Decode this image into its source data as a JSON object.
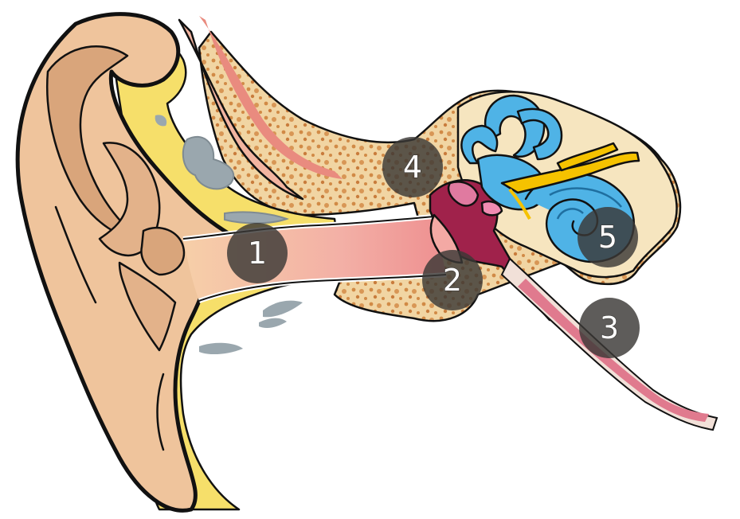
{
  "diagram": {
    "markers": [
      {
        "id": "1",
        "label": "1"
      },
      {
        "id": "2",
        "label": "2"
      },
      {
        "id": "3",
        "label": "3"
      },
      {
        "id": "4",
        "label": "4"
      },
      {
        "id": "5",
        "label": "5"
      }
    ]
  },
  "colors": {
    "skin": "#efc49c",
    "skin_shadow": "#d9a57b",
    "cartilage": "#f6df6a",
    "bone": "#f3dcaa",
    "bone_pores": "#d4904d",
    "canal_pink": "#f3a9a4",
    "eardrum": "#a0224b",
    "cochlea": "#4fb3e6",
    "nerve": "#f5c200",
    "vein_gray": "#9aa7ae",
    "marker_fill": "#3a3836"
  }
}
